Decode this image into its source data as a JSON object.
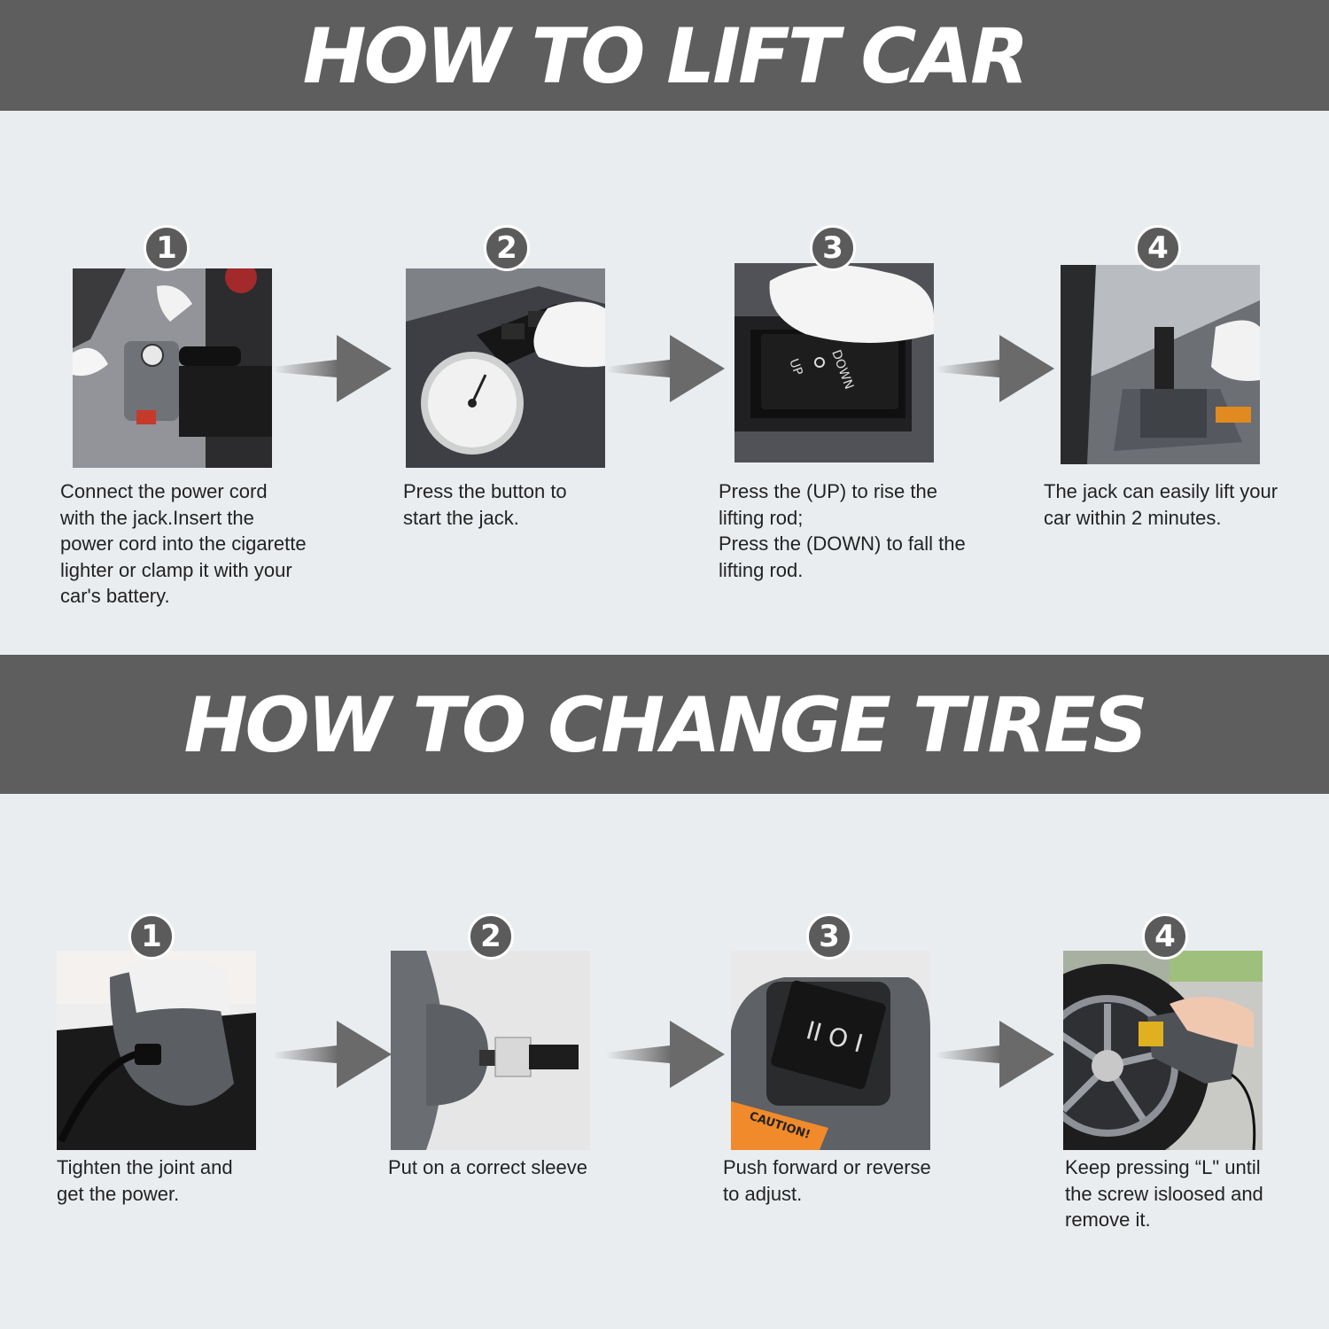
{
  "lift_section": {
    "title": "HOW TO LIFT CAR",
    "steps": [
      {
        "number": "1",
        "caption": "Connect the power cord\nwith the jack.Insert the\npower cord into the cigarette\nlighter or clamp it with your\ncar's battery."
      },
      {
        "number": "2",
        "caption": "Press the button to\nstart the jack."
      },
      {
        "number": "3",
        "caption": "Press the (UP) to rise the\nlifting rod;\nPress the (DOWN) to fall the\nlifting rod.",
        "switch_labels": [
          "UP",
          "DOWN"
        ]
      },
      {
        "number": "4",
        "caption": "The jack can easily lift your\ncar within 2 minutes."
      }
    ]
  },
  "tire_section": {
    "title": "HOW TO CHANGE TIRES",
    "steps": [
      {
        "number": "1",
        "caption": "Tighten the joint and\nget the power."
      },
      {
        "number": "2",
        "caption": "Put on a correct sleeve"
      },
      {
        "number": "3",
        "caption": "Push forward or reverse\nto adjust.",
        "caution_label": "CAUTION!"
      },
      {
        "number": "4",
        "caption": "Keep pressing “L\" until\nthe screw isloosed and\nremove it."
      }
    ]
  },
  "colors": {
    "banner": "#5e5e5e",
    "background": "#eaedf0",
    "badge": "#5b5b5b",
    "arrow": "#6a6a6a"
  },
  "icons": [
    "step-number-badge",
    "right-arrow-icon"
  ]
}
